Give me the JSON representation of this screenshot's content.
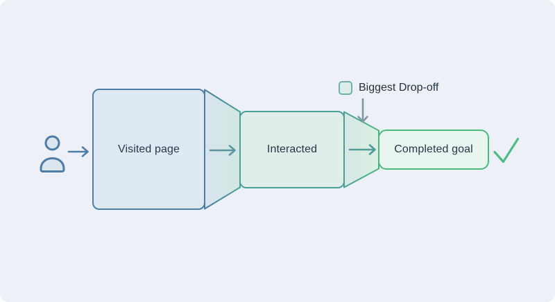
{
  "canvas": {
    "background_color": "#edf1f7"
  },
  "diagram": {
    "type": "funnel-flow",
    "stages": [
      {
        "label": "Visited page",
        "border_color": "#4c7ea8",
        "fill_color": "#dfe9f4"
      },
      {
        "label": "Interacted",
        "border_color": "#4aa098",
        "fill_color": "#e0eeea"
      },
      {
        "label": "Completed goal",
        "border_color": "#47ba7e",
        "fill_color": "#e9f6ef"
      }
    ],
    "legend": {
      "label": "Biggest Drop-off",
      "swatch_border_color": "#6fafaa",
      "swatch_fill_color": "#dcedea",
      "points_to": "transition between Interacted and Completed goal"
    },
    "icons": {
      "start": "person-icon",
      "end": "checkmark-icon"
    },
    "colors": {
      "text": "#273648",
      "person_icon": "#4d7ca6",
      "checkmark": "#4ebd85",
      "entry_arrow": "#4c7ea8",
      "funnel_arrow_1": "#5b96a0",
      "funnel_arrow_2": "#519a96",
      "drop_off_arrow": "#7d99a7"
    }
  }
}
